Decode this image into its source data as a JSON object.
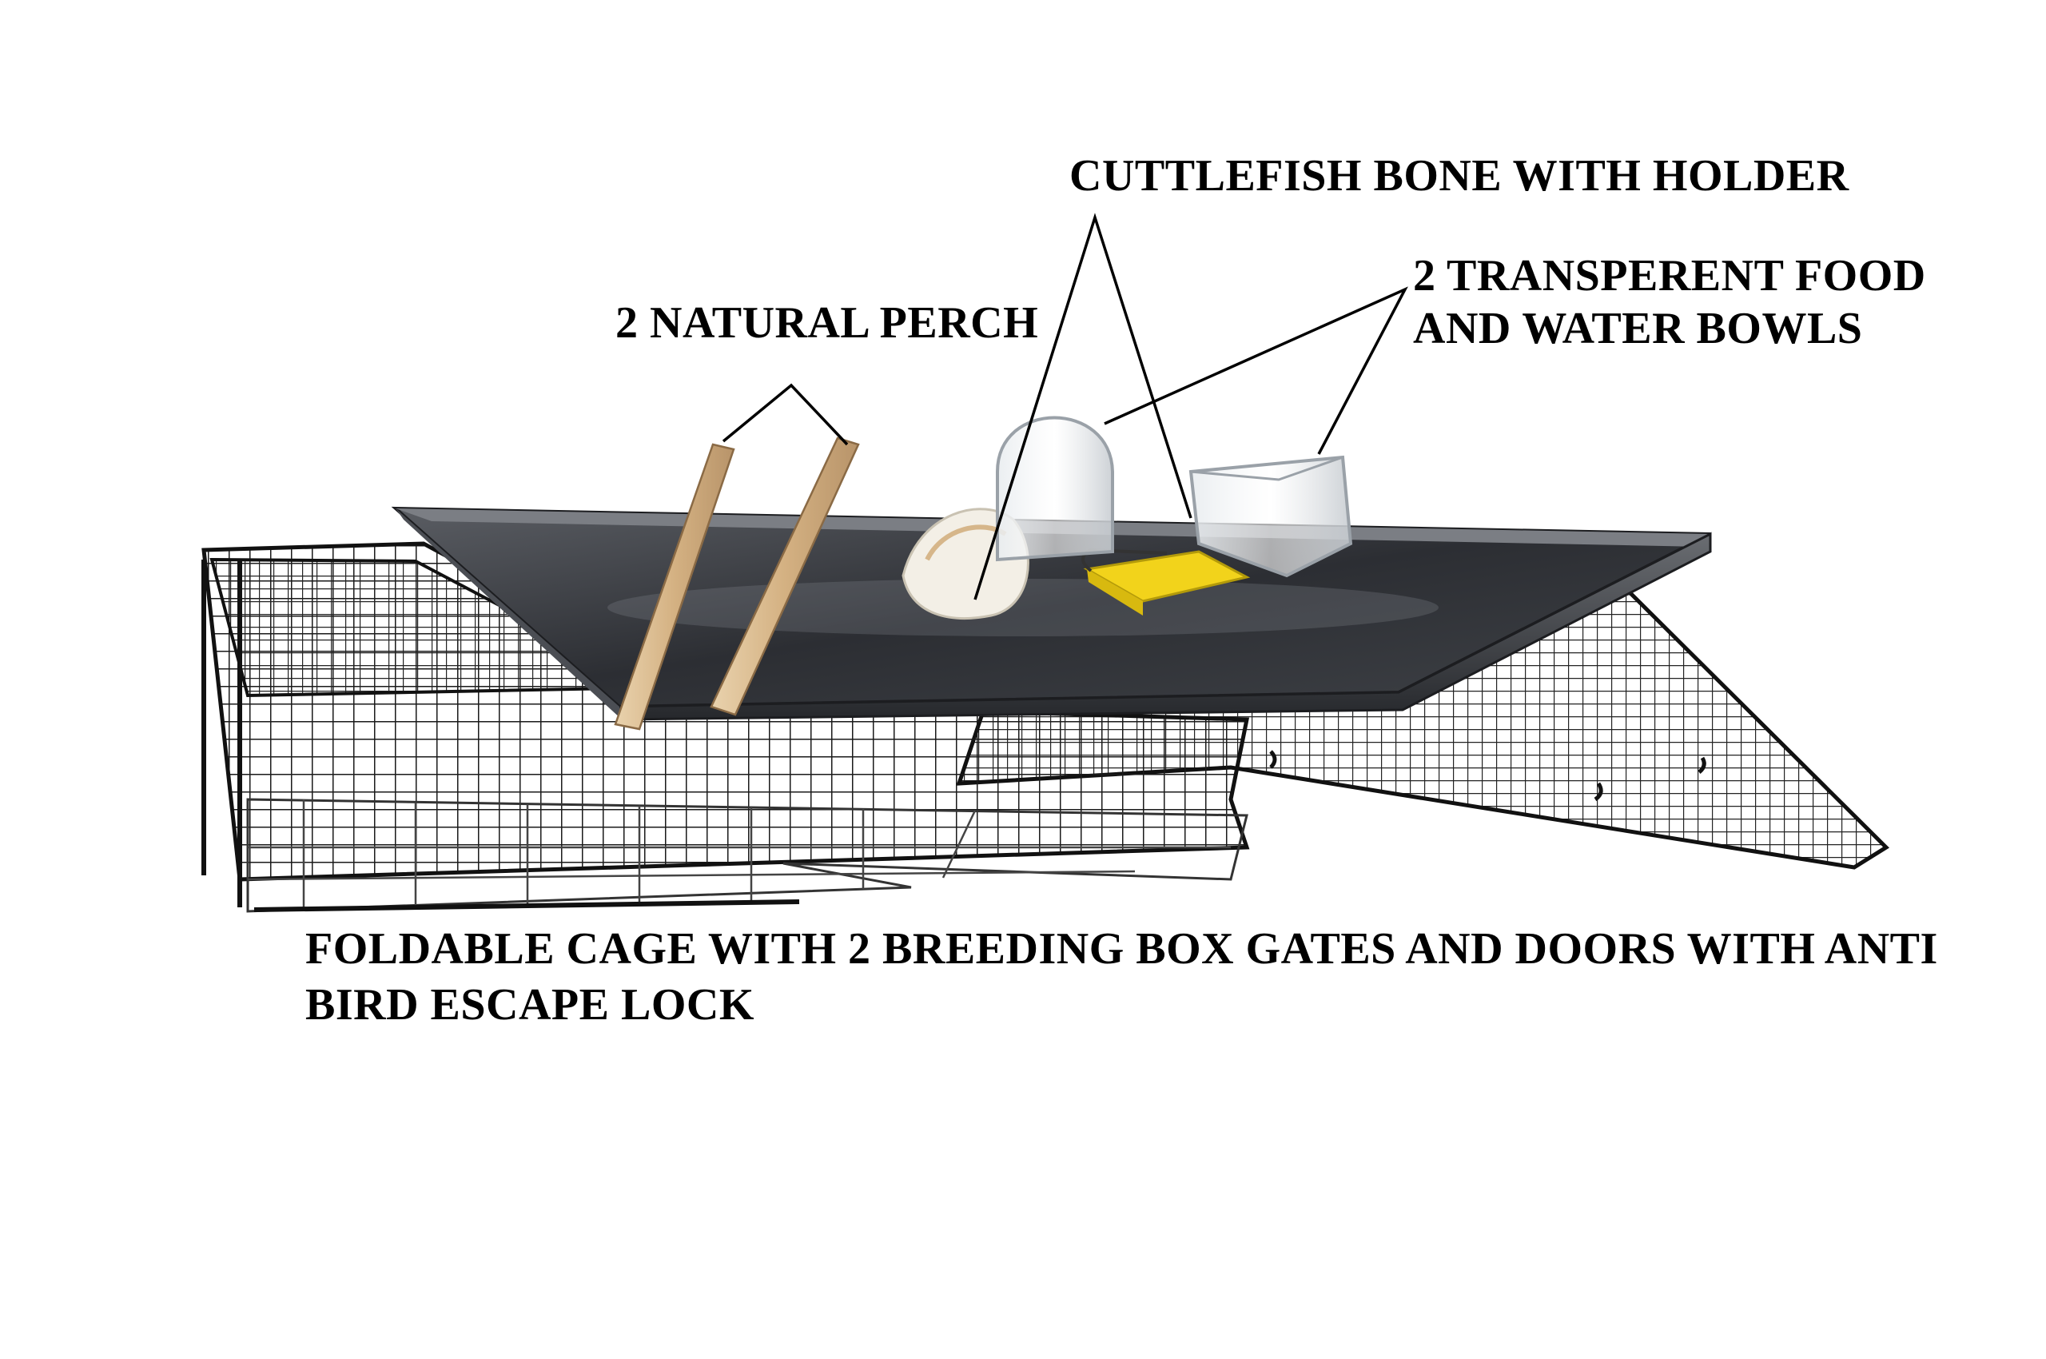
{
  "labels": {
    "cuttlefish": "CUTTLEFISH BONE WITH HOLDER",
    "bowls_line1": "2 TRANSPERENT FOOD",
    "bowls_line2": "AND WATER BOWLS",
    "perch": "2 NATURAL PERCH",
    "cage_line1": "FOLDABLE CAGE WITH 2 BREEDING BOX GATES AND DOORS WITH ANTI",
    "cage_line2": "BIRD ESCAPE LOCK"
  },
  "colors": {
    "background": "#ffffff",
    "text": "#000000",
    "tray": "#3b3d42",
    "wire": "#1a1a1a",
    "perch_wood": "#d9b98f",
    "cuttlebone_holder": "#f2d31b"
  }
}
